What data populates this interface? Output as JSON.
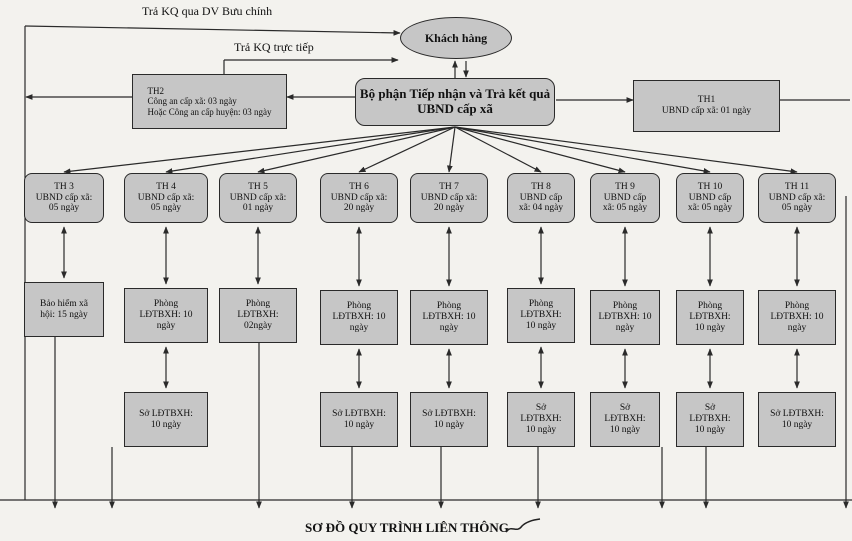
{
  "top_labels": {
    "postal": "Trả KQ qua DV Bưu chính",
    "direct": "Trả KQ trực tiếp"
  },
  "customer": "Khách hàng",
  "center": "Bộ phận Tiếp nhận và Trả kết quả\nUBND cấp xã",
  "th1": "TH1\nUBND cấp xã: 01 ngày",
  "th2": "TH2\nCông an cấp xã: 03 ngày\nHoặc Công an cấp huyện: 03 ngày",
  "cases": [
    {
      "label": "TH 3\nUBND cấp xã:\n05 ngày",
      "step2": "Bảo hiểm xã\nhội: 15 ngày",
      "step3": ""
    },
    {
      "label": "TH 4\nUBND cấp xã:\n05 ngày",
      "step2": "Phòng\nLĐTBXH: 10\nngày",
      "step3": "Sở LĐTBXH:\n10 ngày"
    },
    {
      "label": "TH 5\nUBND cấp xã:\n01 ngày",
      "step2": "Phòng\nLĐTBXH:\n02ngày",
      "step3": ""
    },
    {
      "label": "TH 6\nUBND cấp xã:\n20 ngày",
      "step2": "Phòng\nLĐTBXH: 10\nngày",
      "step3": "Sở LĐTBXH:\n10 ngày"
    },
    {
      "label": "TH 7\nUBND cấp xã:\n20 ngày",
      "step2": "Phòng\nLĐTBXH: 10\nngày",
      "step3": "Sở LĐTBXH:\n10 ngày"
    },
    {
      "label": "TH 8\nUBND cấp\nxã: 04 ngày",
      "step2": "Phòng\nLĐTBXH:\n10 ngày",
      "step3": "Sở\nLĐTBXH:\n10 ngày"
    },
    {
      "label": "TH 9\nUBND cấp\nxã: 05 ngày",
      "step2": "Phòng\nLĐTBXH: 10\nngày",
      "step3": "Sở\nLĐTBXH:\n10 ngày"
    },
    {
      "label": "TH 10\nUBND cấp\nxã: 05 ngày",
      "step2": "Phòng\nLĐTBXH:\n10 ngày",
      "step3": "Sở\nLĐTBXH:\n10 ngày"
    },
    {
      "label": "TH 11\nUBND cấp xã:\n05 ngày",
      "step2": "Phòng\nLĐTBXH: 10\nngày",
      "step3": "Sở LĐTBXH:\n10 ngày"
    }
  ],
  "title": "SƠ ĐỒ QUY TRÌNH LIÊN THÔNG"
}
